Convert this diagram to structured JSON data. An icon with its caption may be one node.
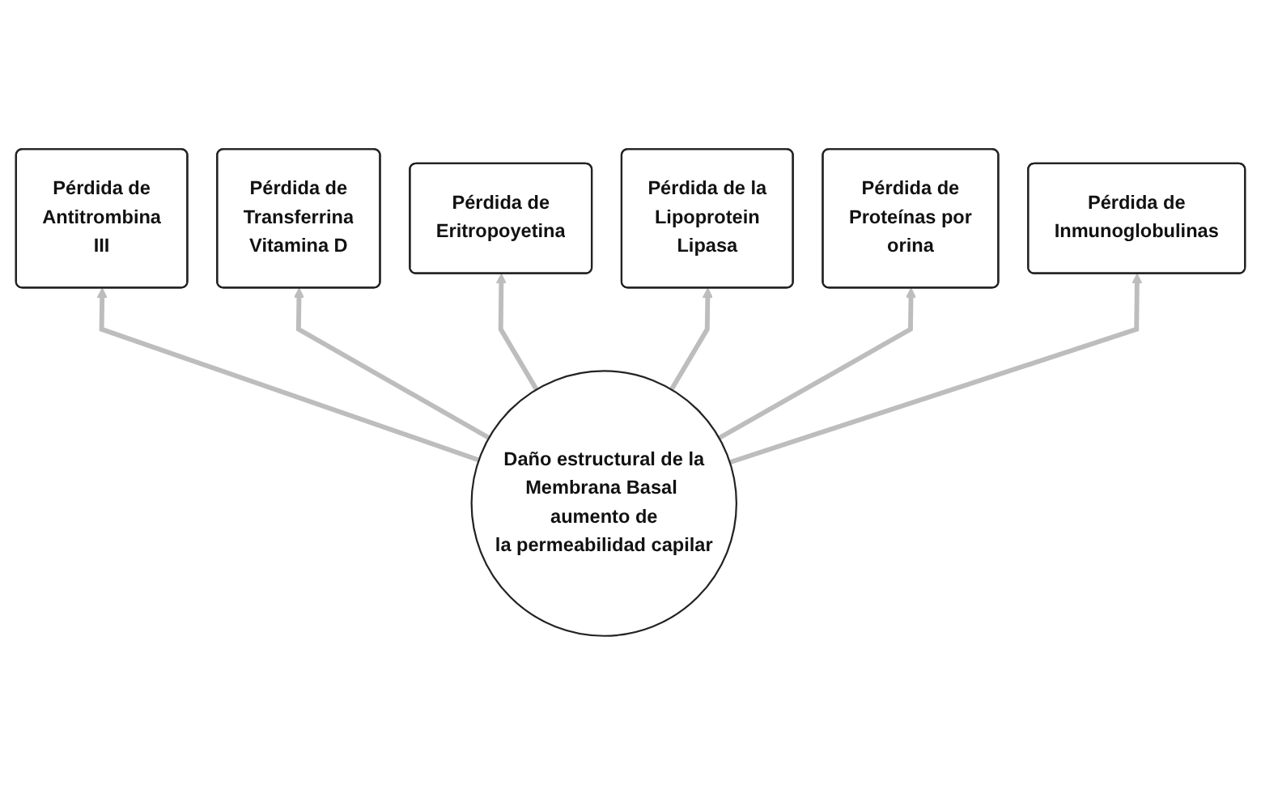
{
  "diagram": {
    "nodes": [
      {
        "text": [
          "Pérdida de Eritropoyetina"
        ]
      },
      {
        "text": [
          "Pérdida de la Lipoprotein Lipasa"
        ]
      },
      {
        "text": [
          "Pérdida de Transferrina Vitamina D"
        ]
      },
      {
        "text": [
          "Pérdida de Proteínas por orina"
        ]
      },
      {
        "text": [
          "Pérdida de Antitrombina III"
        ]
      },
      {
        "text": [
          "Daño estructural de la Membrana Basal aumento de la permeabilidad capilar"
        ]
      },
      {
        "text": [
          "Pérdida de Inmunoglobulinas"
        ]
      }
    ],
    "edges": [
      {
        "from": 5,
        "to": 4,
        "arrow": "to"
      },
      {
        "from": 5,
        "to": 2,
        "arrow": "to"
      },
      {
        "from": 5,
        "to": 0,
        "arrow": "to"
      },
      {
        "from": 5,
        "to": 1,
        "arrow": "to"
      },
      {
        "from": 5,
        "to": 3,
        "arrow": "to"
      },
      {
        "from": 5,
        "to": 6,
        "arrow": "to"
      }
    ]
  }
}
